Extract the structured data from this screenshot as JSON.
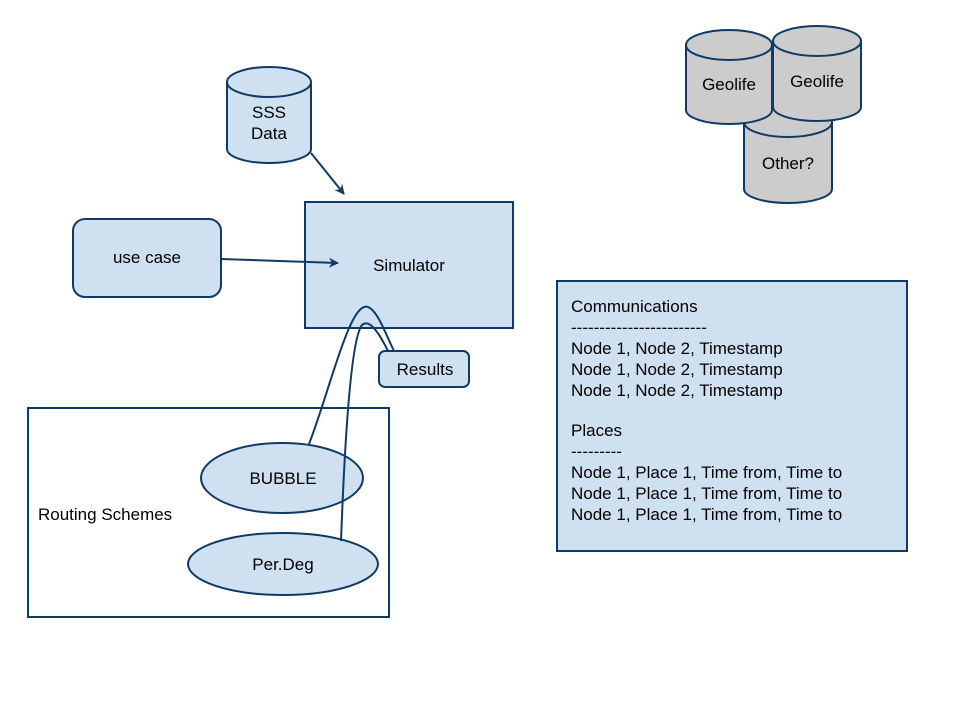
{
  "colors": {
    "stroke": "#0f3a66",
    "fill_blue": "#cfe0f1",
    "fill_gray": "#cccccc",
    "background": "#ffffff",
    "text": "#000000"
  },
  "nodes": {
    "sss_data": {
      "line1": "SSS",
      "line2": "Data"
    },
    "geolife_1": {
      "label": "Geolife"
    },
    "geolife_2": {
      "label": "Geolife"
    },
    "other": {
      "label": "Other?"
    },
    "use_case": {
      "label": "use case"
    },
    "simulator": {
      "label": "Simulator"
    },
    "results": {
      "label": "Results"
    },
    "routing_schemes": {
      "label": "Routing Schemes"
    },
    "bubble": {
      "label": "BUBBLE"
    },
    "per_deg": {
      "label": "Per.Deg"
    }
  },
  "data_format": {
    "communications": {
      "title": "Communications",
      "separator": "------------------------",
      "rows": [
        "Node 1, Node 2, Timestamp",
        "Node 1, Node 2, Timestamp",
        "Node 1, Node 2, Timestamp"
      ]
    },
    "places": {
      "title": "Places",
      "separator": "---------",
      "rows": [
        "Node 1, Place 1, Time from, Time to",
        "Node 1, Place 1, Time from, Time to",
        "Node 1, Place 1, Time from, Time to"
      ]
    }
  },
  "edges": [
    {
      "from": "sss_data",
      "to": "simulator",
      "arrow": true
    },
    {
      "from": "use_case",
      "to": "simulator",
      "arrow": true
    },
    {
      "from": "bubble",
      "to": "results",
      "arrow": false
    },
    {
      "from": "per_deg",
      "to": "results",
      "arrow": false
    }
  ]
}
